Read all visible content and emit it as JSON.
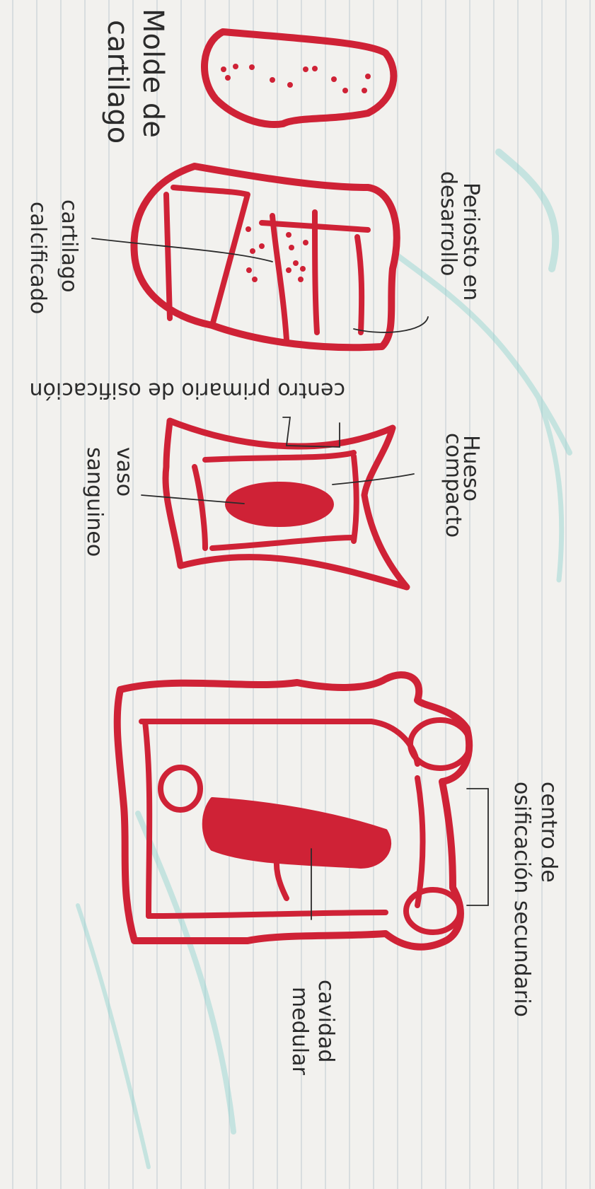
{
  "colors": {
    "paper": "#f2f1ee",
    "rule_lines": "#c7d0d6",
    "marker": "#cf2236",
    "pencil": "#2b2b2b",
    "watercolor": "#8fd3cf"
  },
  "labels": {
    "molde_line1": "Molde de",
    "molde_line2": "cartilago",
    "periosto_line1": "Periosto en",
    "periosto_line2": "desarrollo",
    "cartilago_line1": "cartilago",
    "cartilago_line2": "calcificado",
    "centro_primario": "centro primario de osificación",
    "hueso_line1": "Hueso",
    "hueso_line2": "compacto",
    "vaso_line1": "vaso",
    "vaso_line2": "sanguineo",
    "centro_sec_line1": "centro de",
    "centro_sec_line2": "osificación secundario",
    "cavidad_line1": "cavidad",
    "cavidad_line2": "medular"
  }
}
